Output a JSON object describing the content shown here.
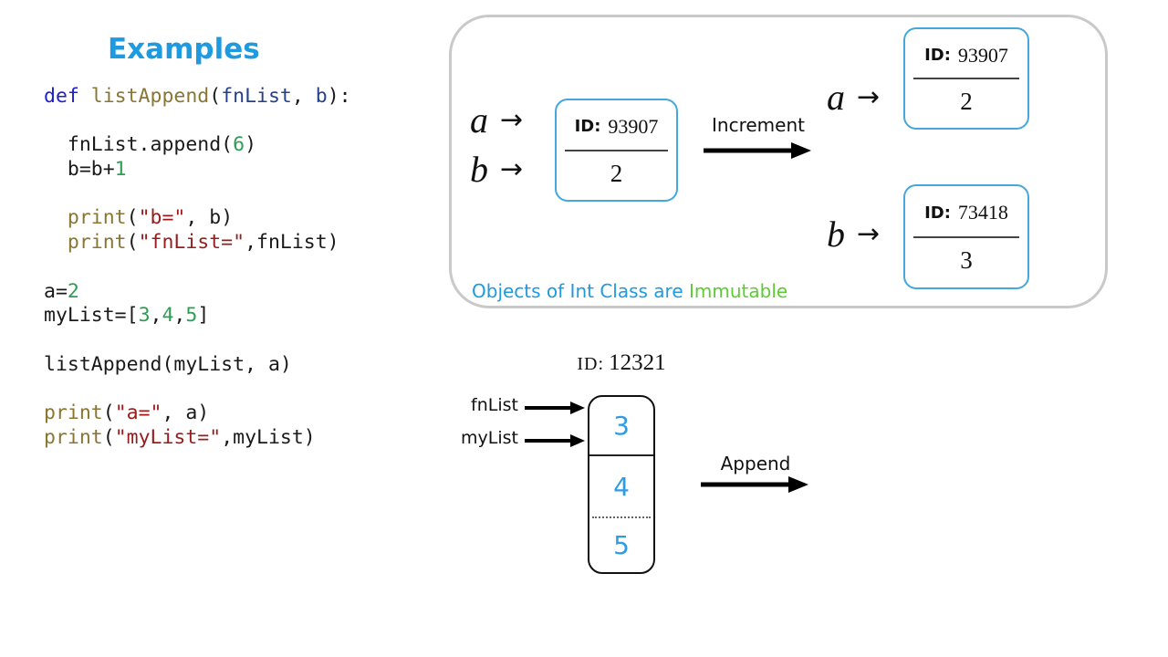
{
  "title": "Examples",
  "colors": {
    "accent_blue": "#1e9ae0",
    "accent_green": "#5dcb33",
    "code_keyword": "#1f1fcc",
    "code_function": "#8a7633",
    "code_param": "#24418a",
    "code_string": "#9a1b1b",
    "code_number": "#2e9e54",
    "int_box_border": "#45a7dc",
    "panel_border": "#c9c9c9",
    "list_value_blue": "#2e9be8"
  },
  "icons": {
    "arrow_right": "→"
  },
  "code": {
    "lines": [
      [
        [
          "kw",
          "def "
        ],
        [
          "fn",
          "listAppend"
        ],
        [
          "plain",
          "("
        ],
        [
          "param",
          "fnList"
        ],
        [
          "plain",
          ", "
        ],
        [
          "param",
          "b"
        ],
        [
          "plain",
          "):"
        ]
      ],
      [],
      [
        [
          "plain",
          "  fnList.append("
        ],
        [
          "num",
          "6"
        ],
        [
          "plain",
          ")"
        ]
      ],
      [
        [
          "plain",
          "  b=b+"
        ],
        [
          "num",
          "1"
        ]
      ],
      [],
      [
        [
          "plain",
          "  "
        ],
        [
          "fn",
          "print"
        ],
        [
          "plain",
          "("
        ],
        [
          "str",
          "\"b=\""
        ],
        [
          "plain",
          ", b)"
        ]
      ],
      [
        [
          "plain",
          "  "
        ],
        [
          "fn",
          "print"
        ],
        [
          "plain",
          "("
        ],
        [
          "str",
          "\"fnList=\""
        ],
        [
          "plain",
          ",fnList)"
        ]
      ],
      [],
      [
        [
          "plain",
          "a="
        ],
        [
          "num",
          "2"
        ]
      ],
      [
        [
          "plain",
          "myList=["
        ],
        [
          "num",
          "3"
        ],
        [
          "plain",
          ","
        ],
        [
          "num",
          "4"
        ],
        [
          "plain",
          ","
        ],
        [
          "num",
          "5"
        ],
        [
          "plain",
          "]"
        ]
      ],
      [],
      [
        [
          "plain",
          "listAppend(myList, a)"
        ]
      ],
      [],
      [
        [
          "fn",
          "print"
        ],
        [
          "plain",
          "("
        ],
        [
          "str",
          "\"a=\""
        ],
        [
          "plain",
          ", a)"
        ]
      ],
      [
        [
          "fn",
          "print"
        ],
        [
          "plain",
          "("
        ],
        [
          "str",
          "\"myList=\""
        ],
        [
          "plain",
          ",myList)"
        ]
      ]
    ]
  },
  "int_panel": {
    "before": {
      "label_a": "a",
      "label_b": "b",
      "box": {
        "id_label": "ID:",
        "id": "93907",
        "value": "2"
      }
    },
    "increment_label": "Increment",
    "after_a": {
      "label": "a",
      "box": {
        "id_label": "ID:",
        "id": "93907",
        "value": "2"
      }
    },
    "after_b": {
      "label": "b",
      "box": {
        "id_label": "ID:",
        "id": "73418",
        "value": "3"
      }
    },
    "caption": {
      "blue_part": "Objects of Int Class are ",
      "green_part": "Immutable"
    }
  },
  "list_panel": {
    "id_label": "ID:",
    "id_value": "12321",
    "pointers": [
      {
        "label": "fnList"
      },
      {
        "label": "myList"
      }
    ],
    "cells": [
      "3",
      "4",
      "5"
    ],
    "append_label": "Append"
  }
}
